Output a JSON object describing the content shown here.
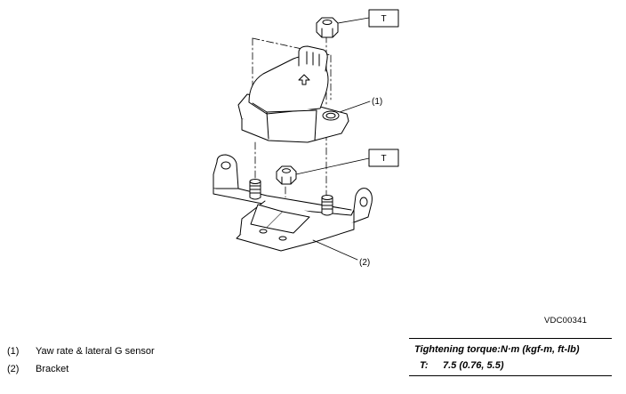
{
  "callouts": {
    "sensor_marker": "(1)",
    "bracket_marker": "(2)",
    "torque_tag_top": "T",
    "torque_tag_mid": "T"
  },
  "figure_code": "VDC00341",
  "legend": [
    {
      "num": "(1)",
      "label": "Yaw rate & lateral G sensor"
    },
    {
      "num": "(2)",
      "label": "Bracket"
    }
  ],
  "torque_table": {
    "heading": "Tightening torque:N·m (kgf-m, ft-lb)",
    "symbol": "T:",
    "value": "7.5 (0.76, 5.5)"
  }
}
